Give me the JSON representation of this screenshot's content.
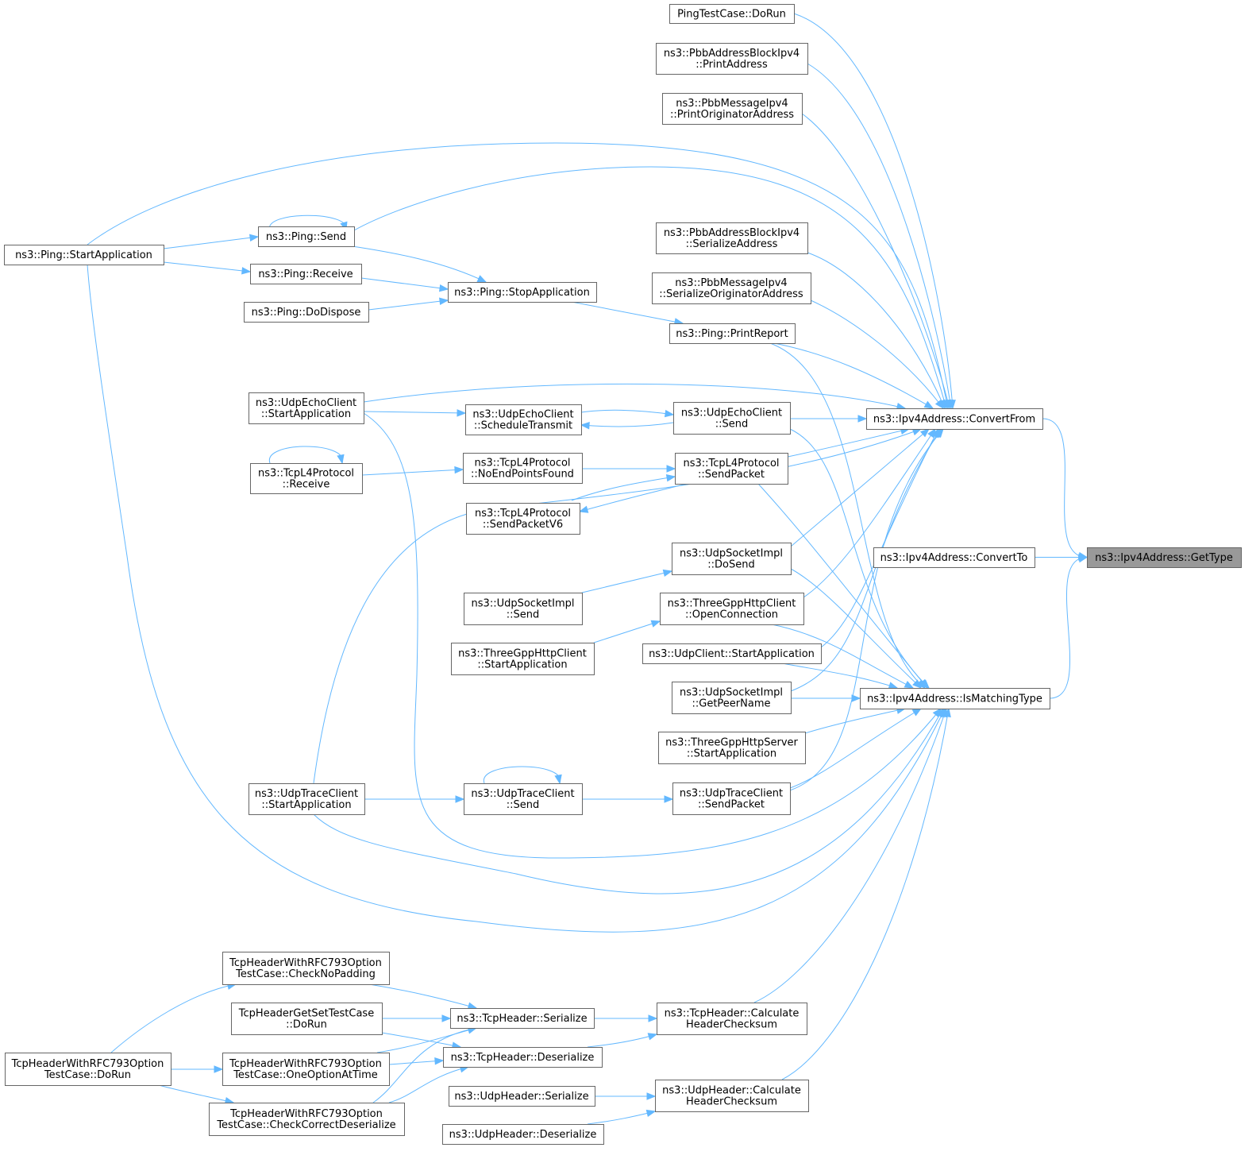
{
  "graph": {
    "root": "n_gettype",
    "colors": {
      "edge": "#63b8ff",
      "node_border": "#666666",
      "root_fill": "#999999",
      "node_fill": "#ffffff",
      "text": "#000000"
    },
    "nodes": [
      {
        "id": "n_gettype",
        "lines": [
          "ns3::Ipv4Address::GetType"
        ],
        "root": true
      },
      {
        "id": "n_convertfrom",
        "lines": [
          "ns3::Ipv4Address::ConvertFrom"
        ]
      },
      {
        "id": "n_convertto",
        "lines": [
          "ns3::Ipv4Address::ConvertTo"
        ]
      },
      {
        "id": "n_ismatching",
        "lines": [
          "ns3::Ipv4Address::IsMatchingType"
        ]
      },
      {
        "id": "n_pingdorun",
        "lines": [
          "PingTestCase::DoRun"
        ]
      },
      {
        "id": "n_pbbaddr_print",
        "lines": [
          "ns3::PbbAddressBlockIpv4",
          "::PrintAddress"
        ]
      },
      {
        "id": "n_pbbmsg_print",
        "lines": [
          "ns3::PbbMessageIpv4",
          "::PrintOriginatorAddress"
        ]
      },
      {
        "id": "n_pbbaddr_ser",
        "lines": [
          "ns3::PbbAddressBlockIpv4",
          "::SerializeAddress"
        ]
      },
      {
        "id": "n_pbbmsg_ser",
        "lines": [
          "ns3::PbbMessageIpv4",
          "::SerializeOriginatorAddress"
        ]
      },
      {
        "id": "n_ping_start",
        "lines": [
          "ns3::Ping::StartApplication"
        ]
      },
      {
        "id": "n_ping_send",
        "lines": [
          "ns3::Ping::Send"
        ]
      },
      {
        "id": "n_ping_recv",
        "lines": [
          "ns3::Ping::Receive"
        ]
      },
      {
        "id": "n_ping_dispose",
        "lines": [
          "ns3::Ping::DoDispose"
        ]
      },
      {
        "id": "n_ping_stop",
        "lines": [
          "ns3::Ping::StopApplication"
        ]
      },
      {
        "id": "n_ping_report",
        "lines": [
          "ns3::Ping::PrintReport"
        ]
      },
      {
        "id": "n_uec_start",
        "lines": [
          "ns3::UdpEchoClient",
          "::StartApplication"
        ]
      },
      {
        "id": "n_uec_sched",
        "lines": [
          "ns3::UdpEchoClient",
          "::ScheduleTransmit"
        ]
      },
      {
        "id": "n_uec_send",
        "lines": [
          "ns3::UdpEchoClient",
          "::Send"
        ]
      },
      {
        "id": "n_tcpl4_recv",
        "lines": [
          "ns3::TcpL4Protocol",
          "::Receive"
        ]
      },
      {
        "id": "n_tcpl4_noend",
        "lines": [
          "ns3::TcpL4Protocol",
          "::NoEndPointsFound"
        ]
      },
      {
        "id": "n_tcpl4_sendpkt",
        "lines": [
          "ns3::TcpL4Protocol",
          "::SendPacket"
        ]
      },
      {
        "id": "n_tcpl4_sendv6",
        "lines": [
          "ns3::TcpL4Protocol",
          "::SendPacketV6"
        ]
      },
      {
        "id": "n_usi_dosend",
        "lines": [
          "ns3::UdpSocketImpl",
          "::DoSend"
        ]
      },
      {
        "id": "n_usi_send",
        "lines": [
          "ns3::UdpSocketImpl",
          "::Send"
        ]
      },
      {
        "id": "n_3gpp_open",
        "lines": [
          "ns3::ThreeGppHttpClient",
          "::OpenConnection"
        ]
      },
      {
        "id": "n_3gpp_start",
        "lines": [
          "ns3::ThreeGppHttpClient",
          "::StartApplication"
        ]
      },
      {
        "id": "n_udpc_start",
        "lines": [
          "ns3::UdpClient::StartApplication"
        ]
      },
      {
        "id": "n_usi_peer",
        "lines": [
          "ns3::UdpSocketImpl",
          "::GetPeerName"
        ]
      },
      {
        "id": "n_3gpps_start",
        "lines": [
          "ns3::ThreeGppHttpServer",
          "::StartApplication"
        ]
      },
      {
        "id": "n_utc_start",
        "lines": [
          "ns3::UdpTraceClient",
          "::StartApplication"
        ]
      },
      {
        "id": "n_utc_send",
        "lines": [
          "ns3::UdpTraceClient",
          "::Send"
        ]
      },
      {
        "id": "n_utc_sendpkt",
        "lines": [
          "ns3::UdpTraceClient",
          "::SendPacket"
        ]
      },
      {
        "id": "n_th_nopad",
        "lines": [
          "TcpHeaderWithRFC793Option",
          "TestCase::CheckNoPadding"
        ]
      },
      {
        "id": "n_thgs_dorun",
        "lines": [
          "TcpHeaderGetSetTestCase",
          "::DoRun"
        ]
      },
      {
        "id": "n_th_dorun",
        "lines": [
          "TcpHeaderWithRFC793Option",
          "TestCase::DoRun"
        ]
      },
      {
        "id": "n_th_oneopt",
        "lines": [
          "TcpHeaderWithRFC793Option",
          "TestCase::OneOptionAtTime"
        ]
      },
      {
        "id": "n_th_checkdes",
        "lines": [
          "TcpHeaderWithRFC793Option",
          "TestCase::CheckCorrectDeserialize"
        ]
      },
      {
        "id": "n_tcph_ser",
        "lines": [
          "ns3::TcpHeader::Serialize"
        ]
      },
      {
        "id": "n_tcph_des",
        "lines": [
          "ns3::TcpHeader::Deserialize"
        ]
      },
      {
        "id": "n_tcph_calc",
        "lines": [
          "ns3::TcpHeader::Calculate",
          "HeaderChecksum"
        ]
      },
      {
        "id": "n_udph_ser",
        "lines": [
          "ns3::UdpHeader::Serialize"
        ]
      },
      {
        "id": "n_udph_des",
        "lines": [
          "ns3::UdpHeader::Deserialize"
        ]
      },
      {
        "id": "n_udph_calc",
        "lines": [
          "ns3::UdpHeader::Calculate",
          "HeaderChecksum"
        ]
      }
    ],
    "edges": [
      {
        "from": "n_gettype",
        "to": "n_convertfrom"
      },
      {
        "from": "n_gettype",
        "to": "n_convertto"
      },
      {
        "from": "n_gettype",
        "to": "n_ismatching"
      },
      {
        "from": "n_convertfrom",
        "to": "n_pingdorun"
      },
      {
        "from": "n_convertfrom",
        "to": "n_pbbaddr_print"
      },
      {
        "from": "n_convertfrom",
        "to": "n_pbbmsg_print"
      },
      {
        "from": "n_convertfrom",
        "to": "n_ping_start"
      },
      {
        "from": "n_convertfrom",
        "to": "n_ping_send"
      },
      {
        "from": "n_convertfrom",
        "to": "n_pbbaddr_ser"
      },
      {
        "from": "n_convertfrom",
        "to": "n_pbbmsg_ser"
      },
      {
        "from": "n_convertfrom",
        "to": "n_ping_report"
      },
      {
        "from": "n_convertfrom",
        "to": "n_uec_start"
      },
      {
        "from": "n_convertfrom",
        "to": "n_uec_send"
      },
      {
        "from": "n_convertfrom",
        "to": "n_tcpl4_sendpkt"
      },
      {
        "from": "n_convertfrom",
        "to": "n_usi_dosend"
      },
      {
        "from": "n_convertfrom",
        "to": "n_3gpp_open"
      },
      {
        "from": "n_convertfrom",
        "to": "n_udpc_start"
      },
      {
        "from": "n_convertfrom",
        "to": "n_usi_peer"
      },
      {
        "from": "n_convertfrom",
        "to": "n_utc_start"
      },
      {
        "from": "n_convertfrom",
        "to": "n_utc_sendpkt"
      },
      {
        "from": "n_ismatching",
        "to": "n_ping_report"
      },
      {
        "from": "n_ismatching",
        "to": "n_uec_send"
      },
      {
        "from": "n_ismatching",
        "to": "n_tcpl4_sendpkt"
      },
      {
        "from": "n_ismatching",
        "to": "n_usi_dosend"
      },
      {
        "from": "n_ismatching",
        "to": "n_3gpp_open"
      },
      {
        "from": "n_ismatching",
        "to": "n_udpc_start"
      },
      {
        "from": "n_ismatching",
        "to": "n_usi_peer"
      },
      {
        "from": "n_ismatching",
        "to": "n_3gpps_start"
      },
      {
        "from": "n_ismatching",
        "to": "n_utc_sendpkt"
      },
      {
        "from": "n_ismatching",
        "to": "n_uec_start"
      },
      {
        "from": "n_ismatching",
        "to": "n_utc_start"
      },
      {
        "from": "n_ismatching",
        "to": "n_ping_start"
      },
      {
        "from": "n_ismatching",
        "to": "n_tcph_calc"
      },
      {
        "from": "n_ismatching",
        "to": "n_udph_calc"
      },
      {
        "from": "n_ping_send",
        "to": "n_ping_start"
      },
      {
        "from": "n_ping_send",
        "to": "n_ping_send"
      },
      {
        "from": "n_ping_recv",
        "to": "n_ping_start"
      },
      {
        "from": "n_ping_stop",
        "to": "n_ping_send"
      },
      {
        "from": "n_ping_stop",
        "to": "n_ping_recv"
      },
      {
        "from": "n_ping_stop",
        "to": "n_ping_dispose"
      },
      {
        "from": "n_ping_report",
        "to": "n_ping_stop"
      },
      {
        "from": "n_uec_sched",
        "to": "n_uec_start"
      },
      {
        "from": "n_uec_send",
        "to": "n_uec_sched"
      },
      {
        "from": "n_uec_sched",
        "to": "n_uec_send"
      },
      {
        "from": "n_tcpl4_recv",
        "to": "n_tcpl4_recv"
      },
      {
        "from": "n_tcpl4_noend",
        "to": "n_tcpl4_recv"
      },
      {
        "from": "n_tcpl4_sendpkt",
        "to": "n_tcpl4_noend"
      },
      {
        "from": "n_tcpl4_sendpkt",
        "to": "n_tcpl4_sendv6"
      },
      {
        "from": "n_tcpl4_sendv6",
        "to": "n_tcpl4_sendpkt"
      },
      {
        "from": "n_usi_dosend",
        "to": "n_usi_send"
      },
      {
        "from": "n_3gpp_open",
        "to": "n_3gpp_start"
      },
      {
        "from": "n_utc_send",
        "to": "n_utc_start"
      },
      {
        "from": "n_utc_send",
        "to": "n_utc_send"
      },
      {
        "from": "n_utc_sendpkt",
        "to": "n_utc_send"
      },
      {
        "from": "n_th_nopad",
        "to": "n_th_dorun"
      },
      {
        "from": "n_th_oneopt",
        "to": "n_th_dorun"
      },
      {
        "from": "n_th_checkdes",
        "to": "n_th_dorun"
      },
      {
        "from": "n_tcph_ser",
        "to": "n_th_nopad"
      },
      {
        "from": "n_tcph_ser",
        "to": "n_thgs_dorun"
      },
      {
        "from": "n_tcph_ser",
        "to": "n_th_oneopt"
      },
      {
        "from": "n_tcph_ser",
        "to": "n_th_checkdes"
      },
      {
        "from": "n_tcph_des",
        "to": "n_thgs_dorun"
      },
      {
        "from": "n_tcph_des",
        "to": "n_th_oneopt"
      },
      {
        "from": "n_tcph_des",
        "to": "n_th_checkdes"
      },
      {
        "from": "n_tcph_calc",
        "to": "n_tcph_ser"
      },
      {
        "from": "n_tcph_calc",
        "to": "n_tcph_des"
      },
      {
        "from": "n_udph_calc",
        "to": "n_udph_ser"
      },
      {
        "from": "n_udph_calc",
        "to": "n_udph_des"
      }
    ]
  }
}
